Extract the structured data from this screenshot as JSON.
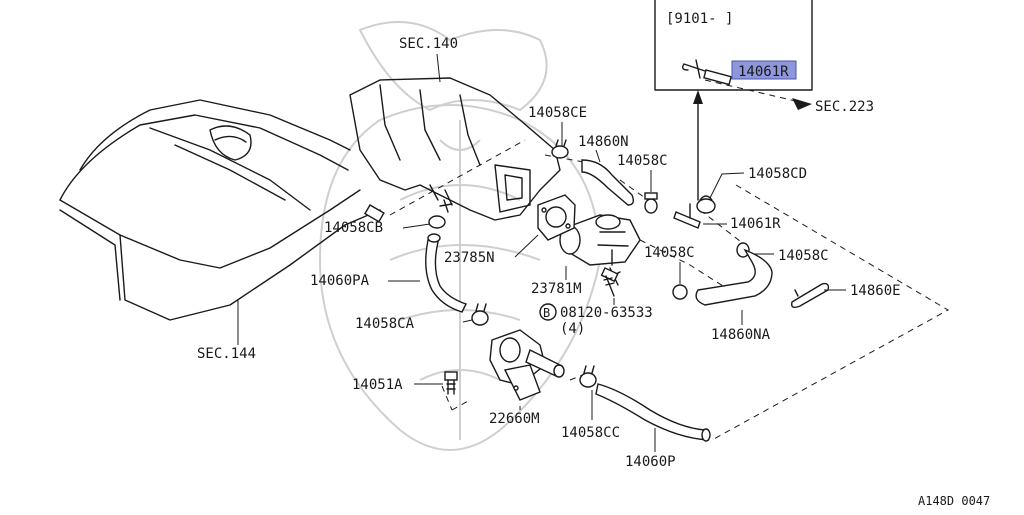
{
  "diagram_code": "A148D 0047",
  "inset": {
    "date_range": "[9101-      ]",
    "part_label": "14061R",
    "highlight_color": "#8e97dc"
  },
  "section_refs": {
    "sec140": "SEC.140",
    "sec144": "SEC.144",
    "sec223": "SEC.223"
  },
  "parts": {
    "p14058CE": "14058CE",
    "p14860N": "14860N",
    "p14058C_top": "14058C",
    "p14058CD": "14058CD",
    "p14061R": "14061R",
    "p14058C_mid": "14058C",
    "p14058C_right": "14058C",
    "p14860E": "14860E",
    "p14058CB": "14058CB",
    "p23785N": "23785N",
    "p23781M": "23781M",
    "p14060PA": "14060PA",
    "p08120": "08120-63533",
    "p08120_qty": "(4)",
    "p08120_badge": "B",
    "p14058CA": "14058CA",
    "p14860NA": "14860NA",
    "p14051A": "14051A",
    "p22660M": "22660M",
    "p14058CC": "14058CC",
    "p14060P": "14060P"
  }
}
